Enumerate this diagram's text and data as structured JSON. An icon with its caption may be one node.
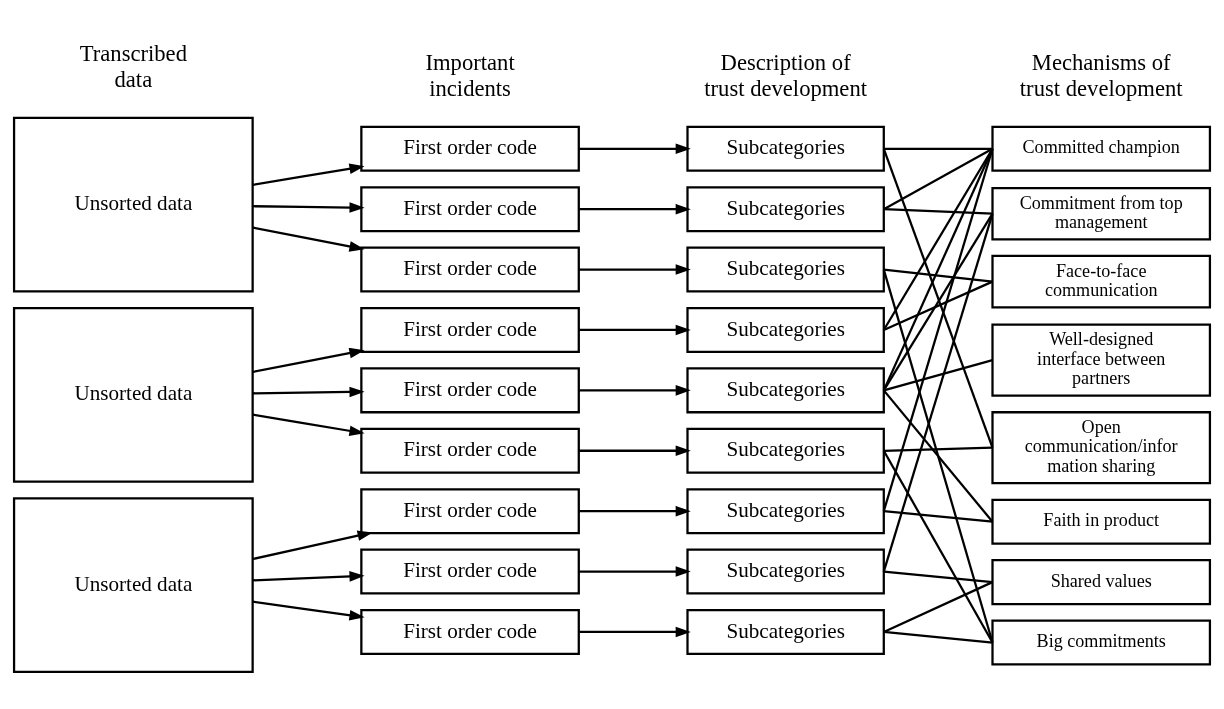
{
  "diagram": {
    "nodes": [
      {
        "text": [
          "Unsorted data"
        ]
      },
      {
        "text": [
          "Unsorted data"
        ]
      },
      {
        "text": [
          "Unsorted data"
        ]
      },
      {
        "text": [
          "First order code"
        ]
      },
      {
        "text": [
          "First order code"
        ]
      },
      {
        "text": [
          "First order code"
        ]
      },
      {
        "text": [
          "First order code"
        ]
      },
      {
        "text": [
          "First order code"
        ]
      },
      {
        "text": [
          "First order code"
        ]
      },
      {
        "text": [
          "First order code"
        ]
      },
      {
        "text": [
          "First order code"
        ]
      },
      {
        "text": [
          "First order code"
        ]
      },
      {
        "text": [
          "Subcategories"
        ]
      },
      {
        "text": [
          "Subcategories"
        ]
      },
      {
        "text": [
          "Subcategories"
        ]
      },
      {
        "text": [
          "Subcategories"
        ]
      },
      {
        "text": [
          "Subcategories"
        ]
      },
      {
        "text": [
          "Subcategories"
        ]
      },
      {
        "text": [
          "Subcategories"
        ]
      },
      {
        "text": [
          "Subcategories"
        ]
      },
      {
        "text": [
          "Subcategories"
        ]
      },
      {
        "text": [
          "Committed champion"
        ]
      },
      {
        "text": [
          "Commitment from top management"
        ]
      },
      {
        "text": [
          "Face-to-face communication"
        ]
      },
      {
        "text": [
          "Well-designed interface between partners"
        ]
      },
      {
        "text": [
          "Open communication/infor mation sharing"
        ]
      },
      {
        "text": [
          "Faith in product"
        ]
      },
      {
        "text": [
          "Shared values"
        ]
      },
      {
        "text": [
          "Big commitments"
        ]
      }
    ],
    "edges": [
      {
        "from": 0,
        "to": 3,
        "arrow": "to"
      },
      {
        "from": 0,
        "to": 4,
        "arrow": "to"
      },
      {
        "from": 0,
        "to": 5,
        "arrow": "to"
      },
      {
        "from": 1,
        "to": 6,
        "arrow": "to"
      },
      {
        "from": 1,
        "to": 7,
        "arrow": "to"
      },
      {
        "from": 1,
        "to": 8,
        "arrow": "to"
      },
      {
        "from": 2,
        "to": 9,
        "arrow": "to"
      },
      {
        "from": 2,
        "to": 10,
        "arrow": "to"
      },
      {
        "from": 2,
        "to": 11,
        "arrow": "to"
      },
      {
        "from": 3,
        "to": 12,
        "arrow": "to"
      },
      {
        "from": 4,
        "to": 13,
        "arrow": "to"
      },
      {
        "from": 5,
        "to": 14,
        "arrow": "to"
      },
      {
        "from": 6,
        "to": 15,
        "arrow": "to"
      },
      {
        "from": 7,
        "to": 16,
        "arrow": "to"
      },
      {
        "from": 8,
        "to": 17,
        "arrow": "to"
      },
      {
        "from": 9,
        "to": 18,
        "arrow": "to"
      },
      {
        "from": 10,
        "to": 19,
        "arrow": "to"
      },
      {
        "from": 11,
        "to": 20,
        "arrow": "to"
      },
      {
        "from": 12,
        "to": 21,
        "arrow": "none"
      },
      {
        "from": 12,
        "to": 25,
        "arrow": "none"
      },
      {
        "from": 13,
        "to": 21,
        "arrow": "none"
      },
      {
        "from": 13,
        "to": 22,
        "arrow": "none"
      },
      {
        "from": 14,
        "to": 23,
        "arrow": "none"
      },
      {
        "from": 14,
        "to": 28,
        "arrow": "none"
      },
      {
        "from": 15,
        "to": 21,
        "arrow": "none"
      },
      {
        "from": 15,
        "to": 23,
        "arrow": "none"
      },
      {
        "from": 16,
        "to": 21,
        "arrow": "none"
      },
      {
        "from": 16,
        "to": 22,
        "arrow": "none"
      },
      {
        "from": 16,
        "to": 24,
        "arrow": "none"
      },
      {
        "from": 16,
        "to": 26,
        "arrow": "none"
      },
      {
        "from": 17,
        "to": 25,
        "arrow": "none"
      },
      {
        "from": 17,
        "to": 28,
        "arrow": "none"
      },
      {
        "from": 18,
        "to": 26,
        "arrow": "none"
      },
      {
        "from": 18,
        "to": 21,
        "arrow": "none"
      },
      {
        "from": 19,
        "to": 27,
        "arrow": "none"
      },
      {
        "from": 19,
        "to": 22,
        "arrow": "none"
      },
      {
        "from": 20,
        "to": 28,
        "arrow": "none"
      },
      {
        "from": 20,
        "to": 27,
        "arrow": "none"
      }
    ],
    "labels": [
      "Transcribed data",
      "Important incidents",
      "Description of trust development",
      "Mechanisms of trust development"
    ]
  }
}
